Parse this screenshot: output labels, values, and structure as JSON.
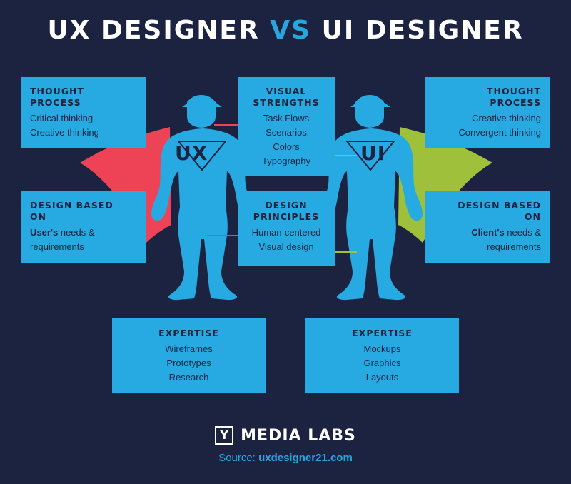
{
  "title": {
    "part1": "UX DESIGNER ",
    "vs": "VS",
    "part2": " UI DESIGNER"
  },
  "colors": {
    "background": "#1b2340",
    "box": "#27a9e1",
    "ux_cape": "#ee4256",
    "ui_cape": "#9fc03b",
    "accent": "#27a6de"
  },
  "ux": {
    "label": "UX",
    "thought": {
      "heading": [
        "THOUGHT",
        "PROCESS"
      ],
      "items": [
        "Critical thinking",
        "Creative thinking"
      ]
    },
    "design_based": {
      "heading": [
        "DESIGN BASED",
        "ON"
      ],
      "bold": "User's",
      "rest": " needs &",
      "line2": "requirements"
    },
    "expertise": {
      "heading": "EXPERTISE",
      "items": [
        "Wireframes",
        "Prototypes",
        "Research"
      ]
    }
  },
  "ui": {
    "label": "UI",
    "thought": {
      "heading": [
        "THOUGHT",
        "PROCESS"
      ],
      "items": [
        "Creative thinking",
        "Convergent thinking"
      ]
    },
    "design_based": {
      "heading": [
        "DESIGN BASED",
        "ON"
      ],
      "bold": "Client's",
      "rest": " needs &",
      "line2": "requirements"
    },
    "expertise": {
      "heading": "EXPERTISE",
      "items": [
        "Mockups",
        "Graphics",
        "Layouts"
      ]
    }
  },
  "visual_strengths": {
    "heading": [
      "VISUAL",
      "STRENGTHS"
    ],
    "items": [
      "Task Flows",
      "Scenarios",
      "Colors",
      "Typography"
    ]
  },
  "design_principles": {
    "heading": [
      "DESIGN",
      "PRINCIPLES"
    ],
    "items": [
      "Human-centered",
      "Visual design"
    ]
  },
  "logo": {
    "mark": "Y",
    "text": "MEDIA LABS"
  },
  "source": {
    "label": "Source: ",
    "link": "uxdesigner21.com"
  }
}
